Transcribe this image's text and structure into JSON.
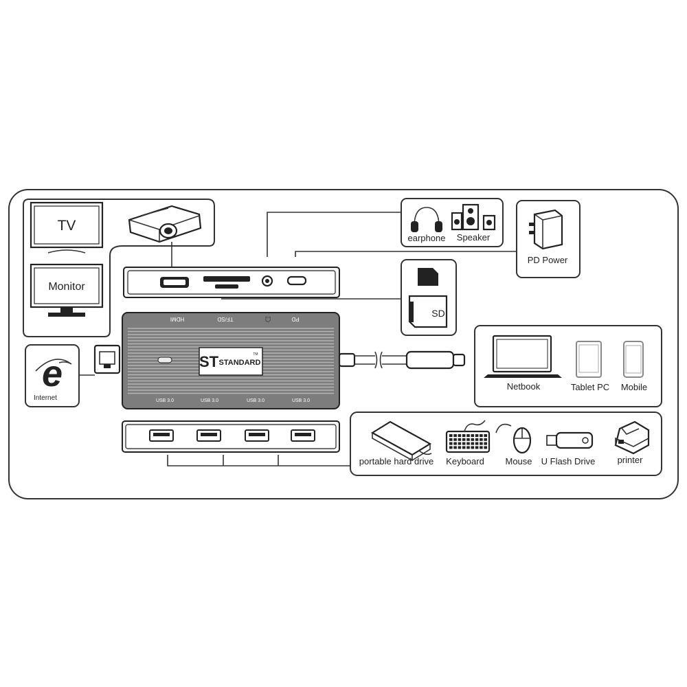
{
  "labels": {
    "tv": "TV",
    "monitor": "Monitor",
    "internet": "Internet",
    "earphone": "earphone",
    "speaker": "Speaker",
    "pd_power": "PD  Power",
    "sd": "SD",
    "netbook": "Netbook",
    "tablet": "Tablet PC",
    "mobile": "Mobile",
    "hard_drive": "portable hard drive",
    "keyboard": "Keyboard",
    "mouse": "Mouse",
    "flash_drive": "U Flash Drive",
    "printer": "printer"
  },
  "hub": {
    "brand": "STANDARD",
    "brand_mark": "ST",
    "tm": "TM",
    "top_ports": [
      "HDMI",
      "TF/SD",
      "🎧",
      "PD"
    ],
    "usb_ports": [
      "USB 3.0",
      "USB 3.0",
      "USB 3.0",
      "USB 3.0"
    ]
  },
  "icons": {
    "internet": "internet-explorer-icon",
    "projector": "projector-icon",
    "earphone": "headphones-icon",
    "speaker": "speaker-icon",
    "power": "power-adapter-icon",
    "tf_card": "micro-sd-card-icon",
    "sd_card": "sd-card-icon"
  },
  "colors": {
    "stroke": "#333333",
    "hub_body": "#8a8a8a",
    "panel_bg": "#ffffff"
  }
}
